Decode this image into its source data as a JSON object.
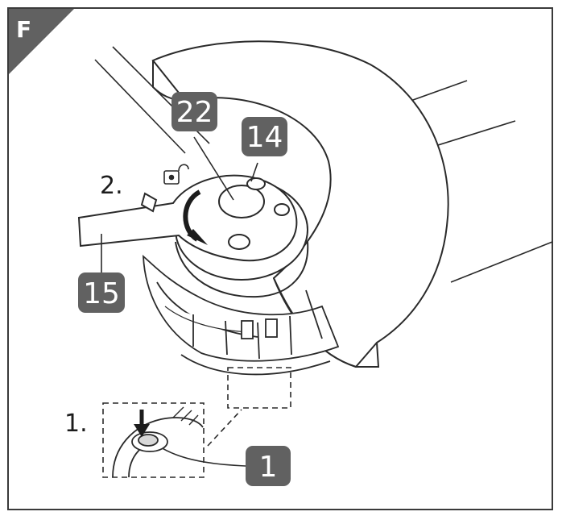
{
  "figure": {
    "section_letter": "F"
  },
  "steps": {
    "step1": "1.",
    "step2": "2."
  },
  "callouts": {
    "c22": "22",
    "c14": "14",
    "c15": "15",
    "c1": "1"
  },
  "colors": {
    "badge": "#616161",
    "line": "#2a2a2a",
    "frame": "#3a3a3a"
  }
}
